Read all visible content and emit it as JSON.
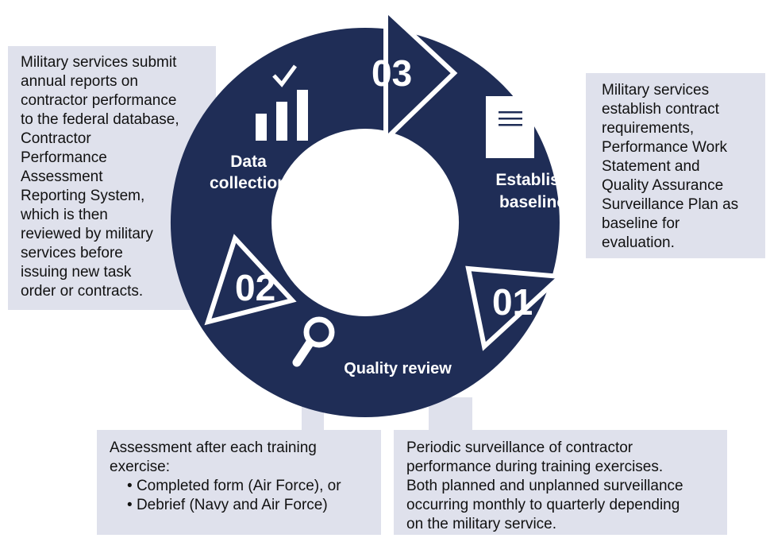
{
  "colors": {
    "ring": "#1f2d56",
    "box": "#dfe1ec",
    "text": "#111111",
    "label": "#ffffff"
  },
  "steps": {
    "s01": {
      "number": "01",
      "label_lines": [
        "Establish",
        "baseline"
      ],
      "icon": "document-icon"
    },
    "s02": {
      "number": "02",
      "label_lines": [
        "Quality review"
      ],
      "icon": "magnifier-icon"
    },
    "s03": {
      "number": "03",
      "label_lines": [
        "Data",
        "collection"
      ],
      "icon": "bar-chart-check-icon"
    }
  },
  "boxes": {
    "data_collection": [
      "Military services submit",
      "annual reports on",
      "contractor performance",
      "to the federal database,",
      "Contractor",
      "Performance",
      "Assessment",
      "Reporting System,",
      "which is then",
      "reviewed by military",
      "services before",
      "issuing new task",
      "order or contracts."
    ],
    "establish_baseline": [
      "Military services",
      "establish contract",
      "requirements,",
      "Performance Work",
      "Statement and",
      "Quality Assurance",
      "Surveillance Plan as",
      "baseline for",
      "evaluation."
    ],
    "assessment": {
      "lines": [
        "Assessment after each training",
        "exercise:"
      ],
      "bullets": [
        "Completed form (Air Force), or",
        "Debrief (Navy and Air Force)"
      ]
    },
    "surveillance": [
      "Periodic surveillance of contractor",
      "performance during training exercises.",
      "Both planned and unplanned surveillance",
      "occurring monthly to quarterly depending",
      "on the military service."
    ]
  }
}
